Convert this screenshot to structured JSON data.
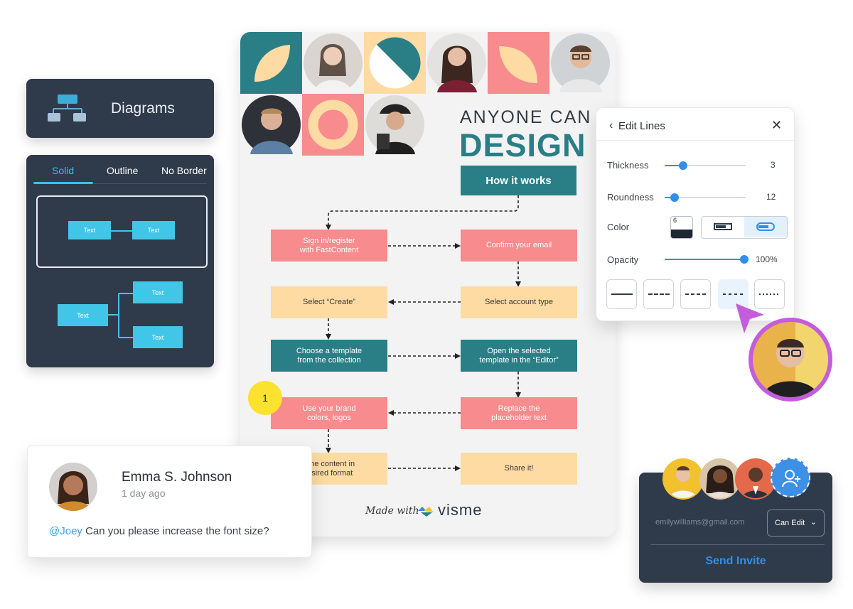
{
  "diagrams_card": {
    "label": "Diagrams",
    "icon": "hierarchy-icon"
  },
  "border_panel": {
    "tabs": [
      {
        "label": "Solid",
        "active": true
      },
      {
        "label": "Outline",
        "active": false
      },
      {
        "label": "No Border",
        "active": false
      }
    ],
    "solid_preview": {
      "left": "Text",
      "right": "Text"
    },
    "tree_preview": {
      "root": "Text",
      "top": "Text",
      "bottom": "Text"
    }
  },
  "poster": {
    "headline_top": "ANYONE CAN",
    "headline_main": "DESIGN",
    "how_button": "How it works",
    "flow": {
      "sign_in": "Sign in/register\nwith FastContent",
      "confirm_email": "Confirm your email",
      "select_create": "Select “Create”",
      "select_account": "Select account type",
      "choose_template": "Choose a template\nfrom the collection",
      "open_template": "Open the selected\ntemplate in the “Editor”",
      "brand_colors": "Use your brand\ncolors, logos",
      "replace_text": "Replace the\nplaceholder text",
      "export": "t the content in\nlesired format",
      "share": "Share it!"
    },
    "footer_made": "Made with",
    "footer_brand": "visme",
    "step_number": "1"
  },
  "edit_lines": {
    "title": "Edit Lines",
    "thickness": {
      "label": "Thickness",
      "value": "3",
      "fraction": 0.23
    },
    "roundness": {
      "label": "Roundness",
      "value": "12",
      "fraction": 0.1
    },
    "color": {
      "label": "Color",
      "swatch_value": "6"
    },
    "opacity": {
      "label": "Opacity",
      "value": "100%",
      "fraction": 1.0
    },
    "line_styles": [
      "solid",
      "dashed",
      "dashed-short",
      "dashed-dotted",
      "dotted"
    ],
    "selected_style": 3
  },
  "comment": {
    "name": "Emma S. Johnson",
    "time": "1 day ago",
    "mention": "@Joey",
    "text": " Can you please increase the font size?"
  },
  "invite": {
    "email_placeholder": "emilywilliams@gmail.com",
    "permission": "Can Edit",
    "send_label": "Send Invite"
  },
  "colors": {
    "panel_dark": "#2f3a4a",
    "accent_cyan": "#38c0ea",
    "teal": "#2a7f86",
    "pink": "#f78b8d",
    "peach": "#fddba3",
    "blue": "#2f8fea",
    "purple": "#c45ddc"
  }
}
